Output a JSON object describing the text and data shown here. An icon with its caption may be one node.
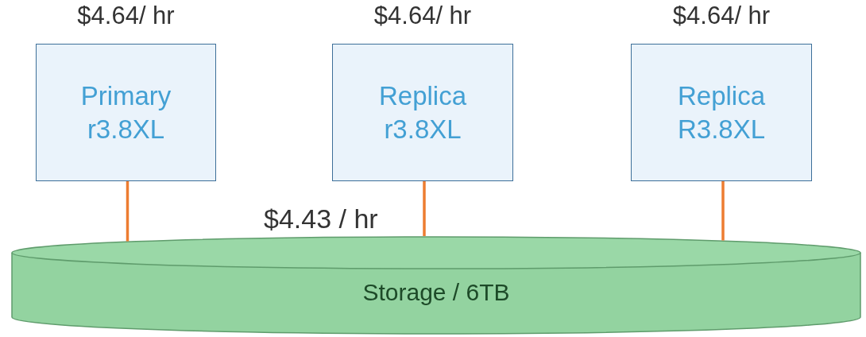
{
  "diagram": {
    "nodes": [
      {
        "text": [
          "Primary r3.8XL"
        ],
        "beside": [
          "$4.64/ hr"
        ]
      },
      {
        "text": [
          "Replica r3.8XL"
        ],
        "beside": [
          "$4.64/ hr"
        ]
      },
      {
        "text": [
          "Replica R3.8XL"
        ],
        "beside": [
          "$4.64/ hr"
        ]
      },
      {
        "text": [
          "Storage / 6TB"
        ]
      }
    ],
    "edges": [
      {
        "from": 0,
        "to": 3,
        "arrow": "none"
      },
      {
        "from": 1,
        "to": 3,
        "arrow": "none"
      },
      {
        "from": 2,
        "to": 3,
        "arrow": "none"
      }
    ],
    "labels": [
      "$4.43 / hr"
    ]
  }
}
